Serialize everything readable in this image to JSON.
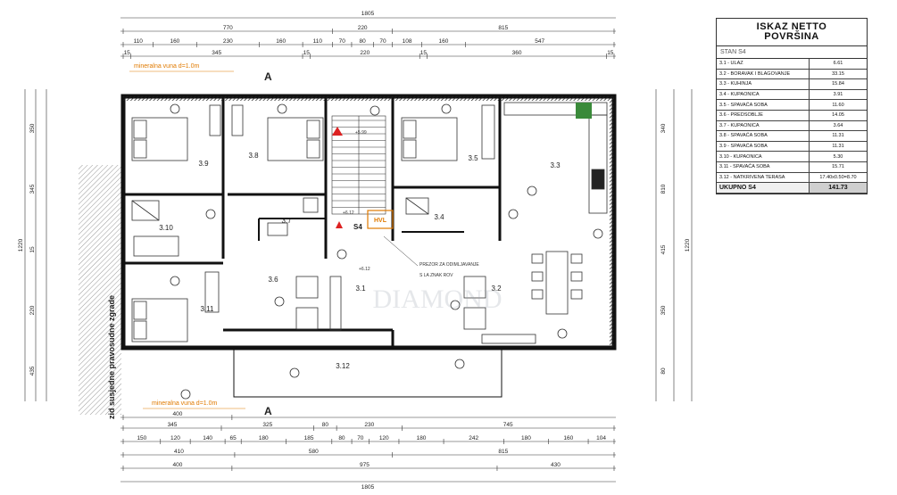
{
  "dimensions": {
    "top_total": "1805",
    "top_mid": [
      "770",
      "220",
      "815"
    ],
    "top_fine": [
      "110",
      "160",
      "230",
      "160",
      "110",
      "70",
      "80",
      "70",
      "108",
      "160",
      "547"
    ],
    "top_small": [
      "15",
      "345",
      "15",
      "220",
      "15",
      "360",
      "15"
    ],
    "bottom_1": [
      "400"
    ],
    "bottom_2": [
      "345",
      "325",
      "80",
      "230",
      "745"
    ],
    "bottom_3": [
      "150",
      "120",
      "140",
      "65",
      "180",
      "185",
      "80",
      "70",
      "120",
      "180",
      "242",
      "180",
      "160",
      "104"
    ],
    "bottom_4": [
      "410",
      "580",
      "815"
    ],
    "bottom_5": [
      "400",
      "975",
      "430"
    ],
    "bottom_total": "1805",
    "left": [
      "1220",
      "350",
      "345",
      "15",
      "220",
      "435"
    ],
    "right": [
      "1220",
      "340",
      "810",
      "415",
      "350",
      "80"
    ]
  },
  "notes": {
    "insulation_top": "mineralna vuna d=1.0m",
    "insulation_bottom": "mineralna vuna d=1.0m",
    "neighbor_wall": "zid susjedne pravosudne zgrade",
    "skylight": "PREZOR ZA ODIMLJAVANJE\nS LA ZNAK ROV",
    "section_a": "A",
    "elevation_1": "+5.99",
    "elevation_2": "+6.12",
    "elevation_3": "+6.12",
    "stair_label": "S4",
    "hvl": "HVL",
    "watermark": "DIAMOND"
  },
  "rooms": [
    {
      "id": "3.1"
    },
    {
      "id": "3.2"
    },
    {
      "id": "3.3"
    },
    {
      "id": "3.4"
    },
    {
      "id": "3.5"
    },
    {
      "id": "3.6"
    },
    {
      "id": "3.7"
    },
    {
      "id": "3.8"
    },
    {
      "id": "3.9"
    },
    {
      "id": "3.10"
    },
    {
      "id": "3.11"
    },
    {
      "id": "3.12"
    }
  ],
  "legend": {
    "title_line1": "ISKAZ NETTO",
    "title_line2": "POVRŠINA",
    "unit": "STAN S4",
    "rows": [
      {
        "label": "3.1 - ULAZ",
        "value": "6.61"
      },
      {
        "label": "3.2 - BORAVAK I BLAGOVANJE",
        "value": "33.15"
      },
      {
        "label": "3.3 - KUHINJA",
        "value": "15.84"
      },
      {
        "label": "3.4 - KUPAONICA",
        "value": "3.91"
      },
      {
        "label": "3.5 - SPAVAĆA SOBA",
        "value": "11.60"
      },
      {
        "label": "3.6 - PREDSOBLJE",
        "value": "14.05"
      },
      {
        "label": "3.7 - KUPAONICA",
        "value": "3.64"
      },
      {
        "label": "3.8 - SPAVAĆA SOBA",
        "value": "11.31"
      },
      {
        "label": "3.9 - SPAVAĆA SOBA",
        "value": "11.31"
      },
      {
        "label": "3.10 - KUPAONICA",
        "value": "5.30"
      },
      {
        "label": "3.11 - SPAVAĆA SOBA",
        "value": "15.71"
      },
      {
        "label": "3.12 - NATKRIVENA TERASA",
        "value": "17.40x0.50=8.70"
      }
    ],
    "total_label": "UKUPNO S4",
    "total_value": "141.73"
  }
}
